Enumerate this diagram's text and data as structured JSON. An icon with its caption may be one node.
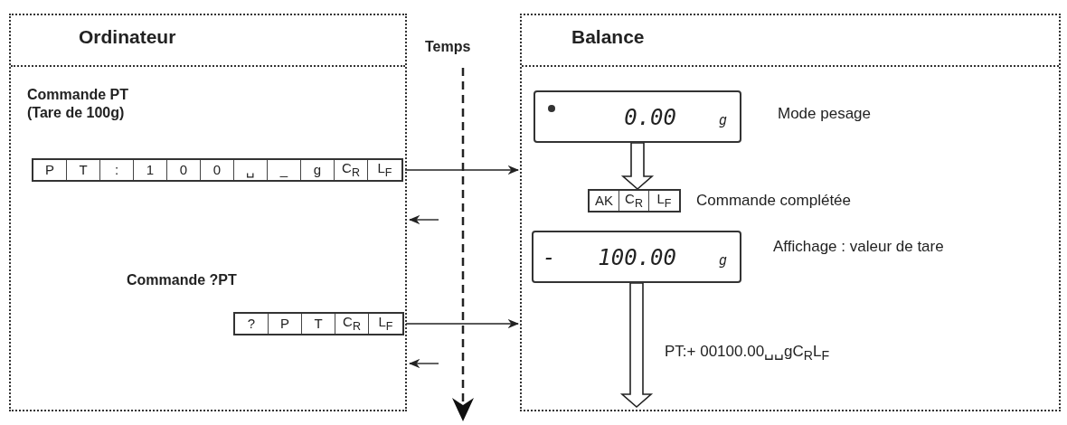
{
  "diagram": {
    "nodes": [
      {
        "text": [
          "Ordinateur"
        ]
      },
      {
        "text": [
          "Balance"
        ]
      },
      {
        "text": [
          "Commande PT (Tare de 100g)",
          "P",
          "T",
          ":",
          "1",
          "0",
          "0",
          "␣",
          "_",
          "g",
          "C$_{R}$",
          "L$_{F}$"
        ],
        "in": 0
      },
      {
        "text": [
          "Commande ?PT",
          "?",
          "P",
          "T",
          "C$_{R}$",
          "L$_{F}$"
        ],
        "in": 0
      },
      {
        "text": [
          "0.00",
          "g"
        ],
        "beside": [
          "Mode pesage"
        ],
        "in": 1
      },
      {
        "text": [
          "AK",
          "C$_{R}$",
          "L$_{F}$"
        ],
        "beside": [
          "Commande complétée"
        ],
        "in": 1
      },
      {
        "text": [
          "-",
          "100.00",
          "g"
        ],
        "beside": [
          "Affichage : valeur de tare"
        ],
        "in": 1
      }
    ],
    "edges": [
      {
        "from": 2,
        "to": 1,
        "arrow": "to"
      },
      {
        "from": 3,
        "to": 1,
        "arrow": "to"
      },
      {
        "from": null,
        "to": 0,
        "arrow": "to"
      },
      {
        "from": null,
        "to": 0,
        "arrow": "to"
      },
      {
        "from": 4,
        "to": 5,
        "arrow": "to",
        "style": "thick"
      },
      {
        "from": 6,
        "to": null,
        "arrow": "to",
        "style": "thick",
        "label": "PT:+ 00100.00␣␣gC$_{R}$L$_{F}$"
      }
    ],
    "labels": [
      "Temps"
    ]
  }
}
